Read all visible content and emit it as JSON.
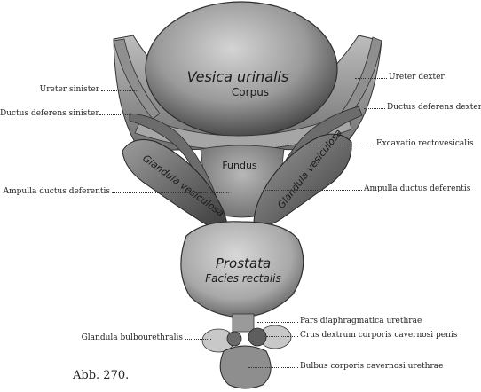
{
  "figure_label": "Abb. 270.",
  "organ_labels": {
    "bladder_title": "Vesica urinalis",
    "bladder_sub": "Corpus",
    "fundus": "Fundus",
    "seminal_left": "Glandula vesiculosa",
    "seminal_right": "Glandula vesiculosa",
    "prostate_title": "Prostata",
    "prostate_sub": "Facies rectalis"
  },
  "annotations_left": {
    "ureter_sinister": "Ureter sinister",
    "ductus_deferens_sinister": "Ductus deferens sinister",
    "ampulla_left": "Ampulla ductus deferentis",
    "glandula_bulbourethralis": "Glandula bulbourethralis"
  },
  "annotations_right": {
    "ureter_dexter": "Ureter dexter",
    "ductus_deferens_dexter": "Ductus deferens dexter",
    "excavatio": "Excavatio rectovesicalis",
    "ampulla_right": "Ampulla ductus deferentis",
    "pars_diaphragmatica": "Pars diaphragmatica urethrae",
    "crus_dextrum": "Crus dextrum corporis cavernosi penis",
    "bulbus": "Bulbus corporis cavernosi urethrae"
  },
  "colors": {
    "ink": "#222222",
    "tissue_dark": "#3a3a3a",
    "tissue_mid": "#8a8a8a",
    "tissue_light": "#cfcfcf"
  }
}
